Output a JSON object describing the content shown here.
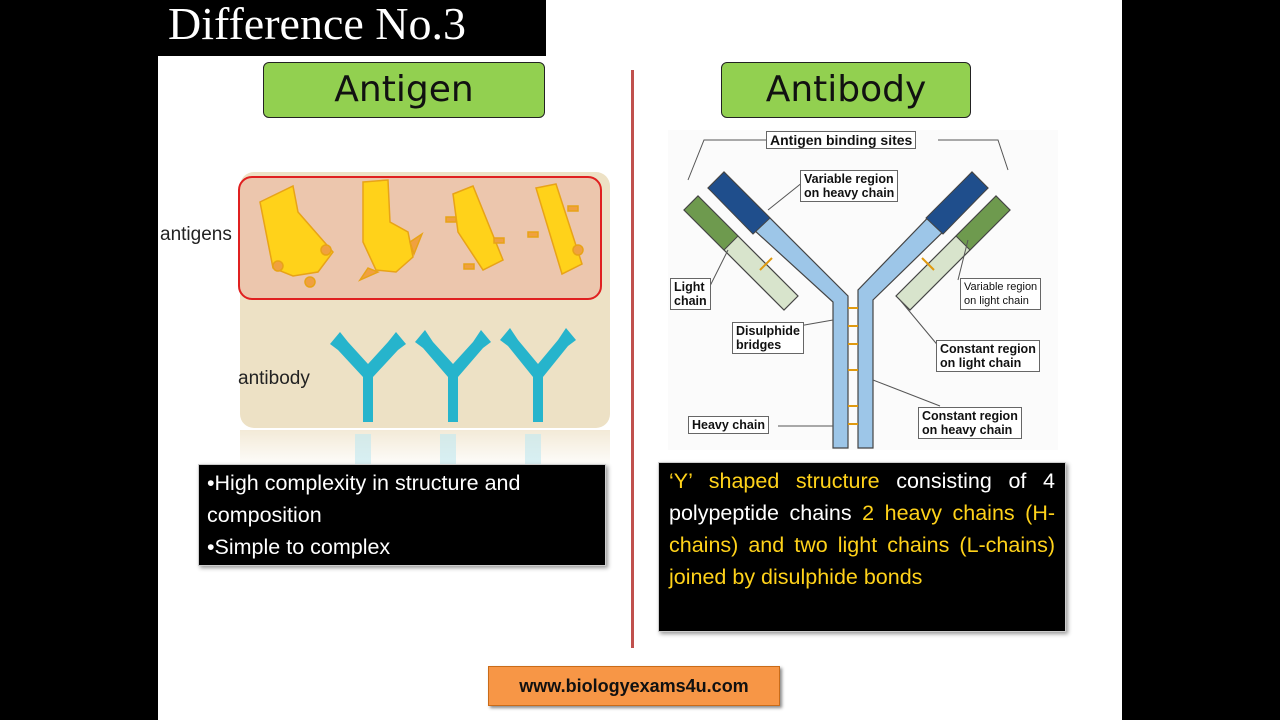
{
  "slide": {
    "title": "Difference No.3",
    "left_heading": "Antigen",
    "right_heading": "Antibody",
    "labels": {
      "antigens": "antigens",
      "antibody": "antibody"
    },
    "left_points": [
      "•High complexity in structure and composition",
      "•Simple to complex"
    ],
    "right_text": {
      "part1": "‘Y’ shaped structure",
      "part2": " consisting of 4 polypeptide chains ",
      "part3": "2 heavy chains (H-chains) and two light chains (L-chains) joined by disulphide bonds"
    },
    "diagram_labels": {
      "binding_sites": "Antigen binding sites",
      "variable_heavy_1": "Variable region",
      "variable_heavy_2": "on heavy chain",
      "light_chain_1": "Light",
      "light_chain_2": "chain",
      "variable_light_1": "Variable region",
      "variable_light_2": "on light chain",
      "disulphide_1": "Disulphide",
      "disulphide_2": "bridges",
      "constant_light_1": "Constant region",
      "constant_light_2": "on light chain",
      "heavy_chain": "Heavy chain",
      "constant_heavy_1": "Constant region",
      "constant_heavy_2": "on heavy chain"
    },
    "url": "www.biologyexams4u.com"
  },
  "colors": {
    "heading_bg": "#92d050",
    "divider": "#c0504d",
    "antigen": "#ffd21a",
    "antibody": "#26b4cc",
    "highlight_text": "#ffd21a",
    "url_bg": "#f79646"
  }
}
